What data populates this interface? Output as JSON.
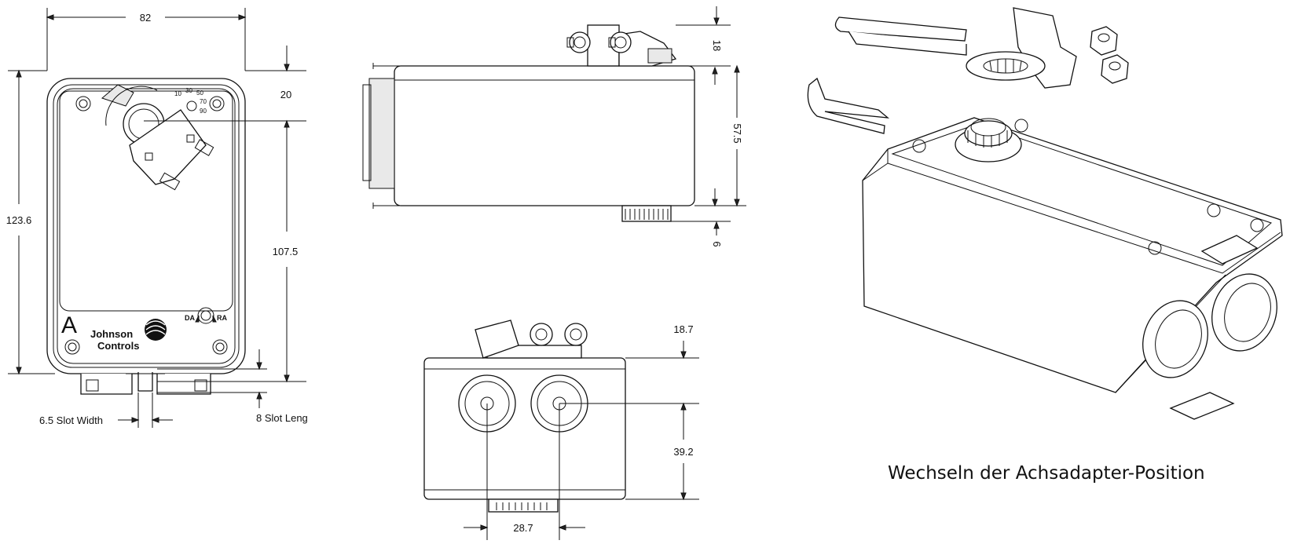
{
  "front_view": {
    "dim_width": "82",
    "dim_top_offset": "20",
    "dim_height": "123.6",
    "dim_shaft_height": "107.5",
    "slot_width_label": "6.5 Slot Width",
    "slot_length_label": "8 Slot Leng",
    "scale_10": "10",
    "scale_30": "30",
    "scale_50": "50",
    "scale_70": "70",
    "scale_90": "90",
    "da_label": "DA",
    "ra_label": "RA",
    "panel_letter": "A",
    "logo_line1": "Johnson",
    "logo_line2": "Controls"
  },
  "side_view": {
    "dim_clamp": "18",
    "dim_body": "57.5",
    "dim_base": "6"
  },
  "end_view": {
    "dim_clamp": "18.7",
    "dim_conduit_height": "39.2",
    "dim_conduit_spacing": "28.7"
  },
  "iso_view": {
    "caption": "Wechseln der Achsadapter-Position"
  }
}
